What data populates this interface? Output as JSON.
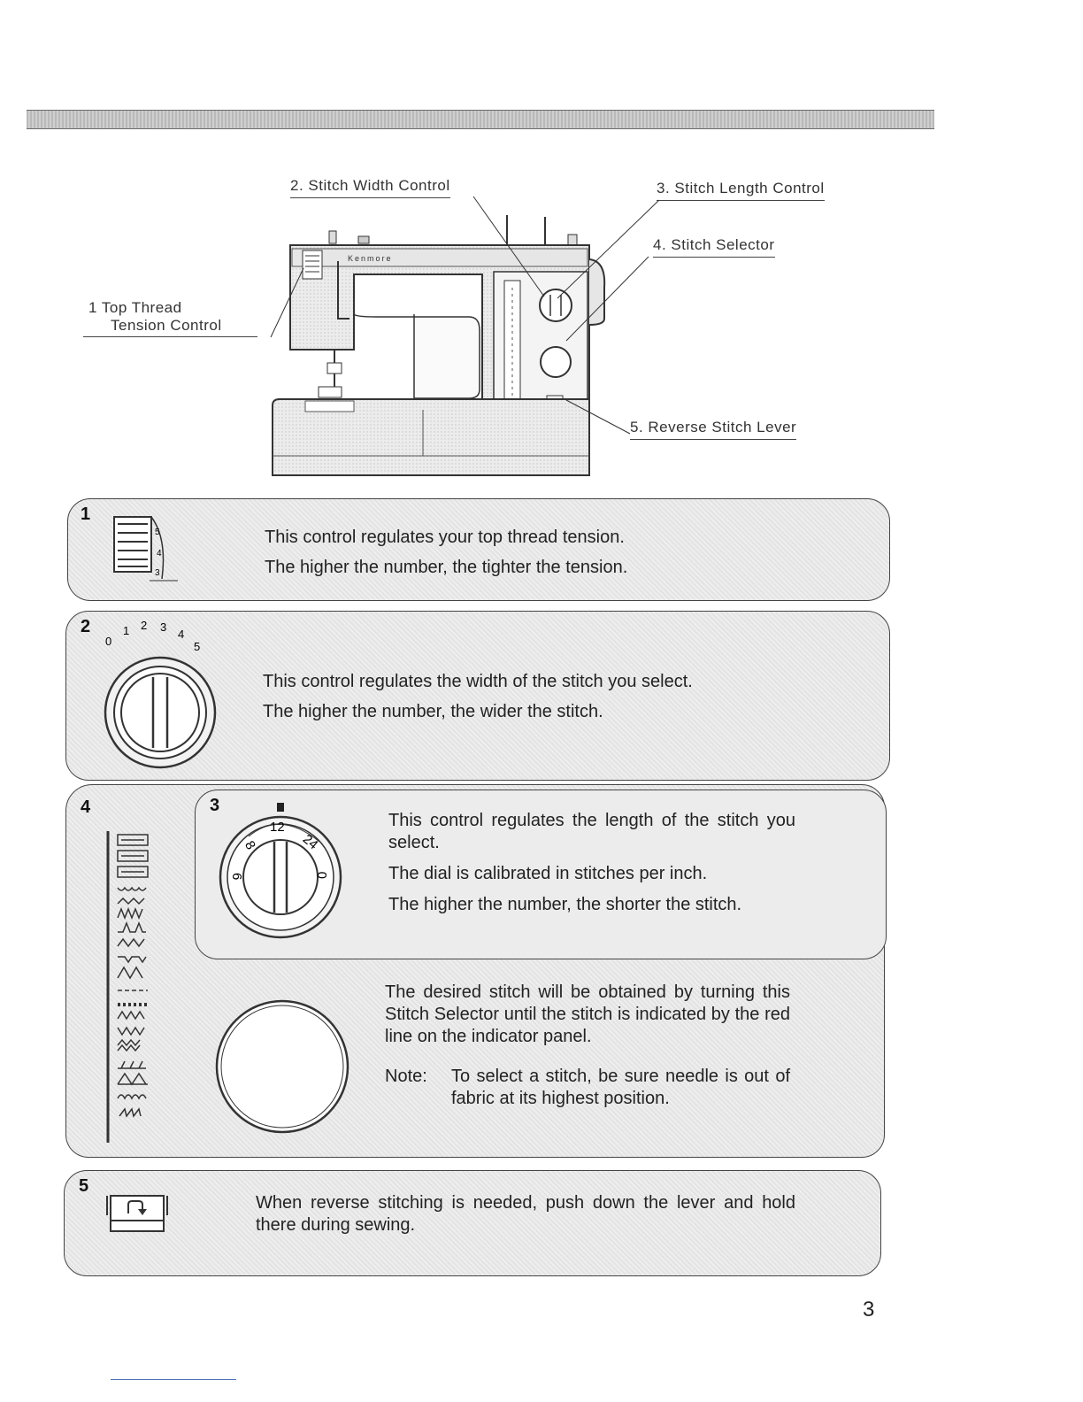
{
  "callouts": {
    "c1_line1": "1  Top Thread",
    "c1_line2": "Tension Control",
    "c2": "2.  Stitch Width Control",
    "c3": "3.  Stitch Length Control",
    "c4": "4.  Stitch Selector",
    "c5": "5.  Reverse Stitch Lever"
  },
  "machine": {
    "brand": "Kenmore"
  },
  "panels": {
    "p1": {
      "number": "1",
      "lines": [
        "This control regulates your top thread tension.",
        "The higher the number, the tighter the tension."
      ]
    },
    "p2": {
      "number": "2",
      "dial_scale": [
        "0",
        "1",
        "2",
        "3",
        "4",
        "5"
      ],
      "lines": [
        "This control regulates the width of the stitch you select.",
        "The higher the number, the wider the stitch."
      ]
    },
    "p3": {
      "number": "3",
      "dial_labels": [
        "6",
        "8",
        "12",
        "24",
        "0"
      ],
      "paragraphs": [
        "This control regulates the length of the stitch you select.",
        "The dial is calibrated in stitches per inch.",
        "The higher the number, the shorter the stitch."
      ]
    },
    "p4": {
      "number": "4",
      "paragraph": "The desired stitch will be obtained by turning this Stitch Selector until the stitch is indicated by the red line on the indicator panel.",
      "note_label": "Note:",
      "note_text": "To select a stitch, be sure needle is out of fabric at its highest position."
    },
    "p5": {
      "number": "5",
      "paragraph": "When reverse stitching is needed, push down the lever and hold there during sewing."
    }
  },
  "page_number": "3"
}
